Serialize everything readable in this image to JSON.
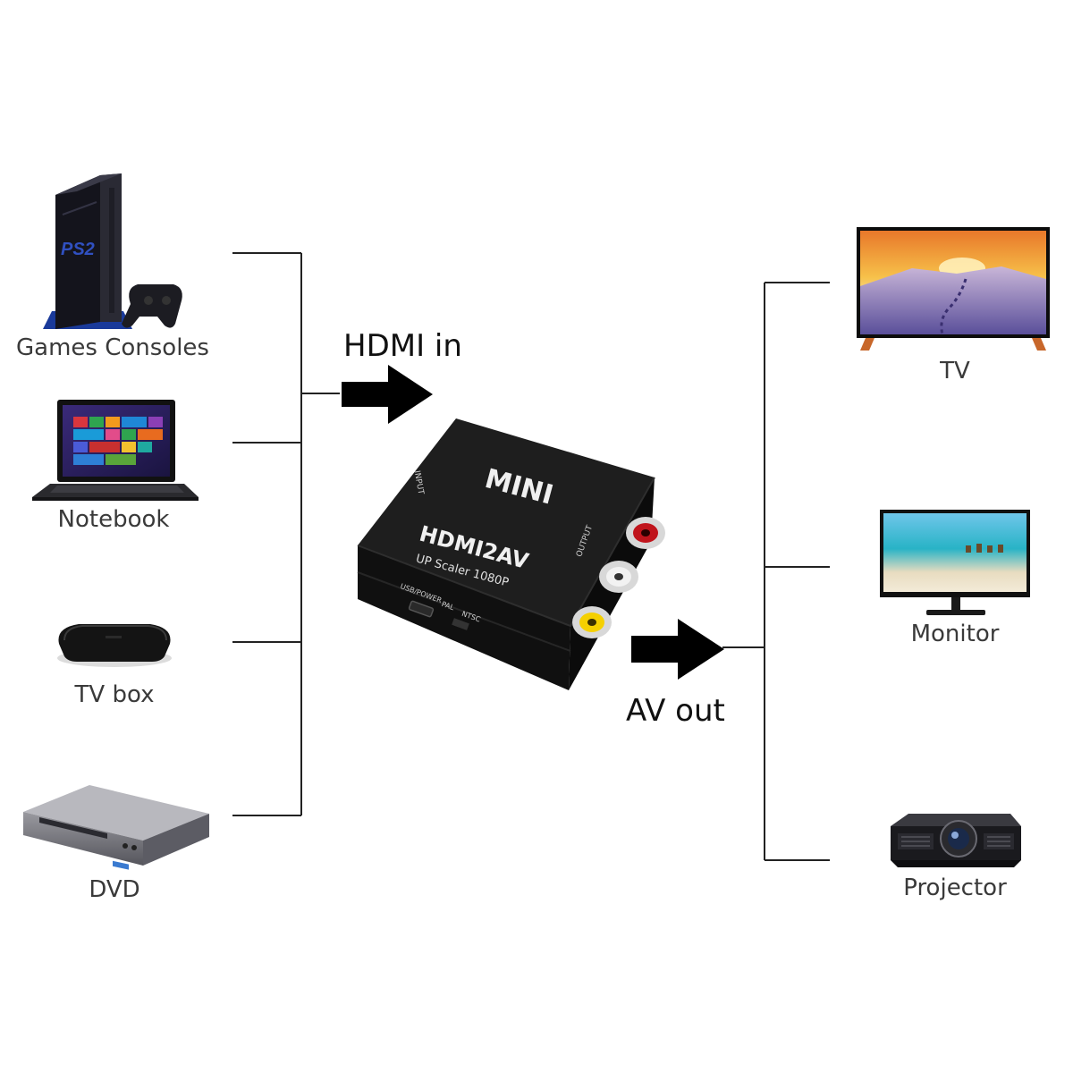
{
  "inputs": {
    "heading": "HDMI in",
    "devices": [
      {
        "label": "Games Consoles",
        "icon": "game-console-icon"
      },
      {
        "label": "Notebook",
        "icon": "laptop-icon"
      },
      {
        "label": "TV box",
        "icon": "tv-box-icon"
      },
      {
        "label": "DVD",
        "icon": "dvd-player-icon"
      }
    ]
  },
  "outputs": {
    "heading": "AV out",
    "devices": [
      {
        "label": "TV",
        "icon": "tv-icon"
      },
      {
        "label": "Monitor",
        "icon": "monitor-icon"
      },
      {
        "label": "Projector",
        "icon": "projector-icon"
      }
    ]
  },
  "converter": {
    "brand": "MINI",
    "model": "HDMI2AV",
    "subtitle": "UP Scaler 1080P",
    "input_port": "INPUT",
    "output_port": "OUTPUT",
    "power_port": "USB/POWER",
    "switch_pal": "PAL",
    "switch_ntsc": "NTSC",
    "icon": "hdmi-to-av-converter-icon"
  },
  "colors": {
    "connector_line": "#222222",
    "arrow": "#000000",
    "rca_red": "#c0141c",
    "rca_white": "#f2f2f2",
    "rca_yellow": "#f5d000",
    "converter_body": "#141414"
  }
}
